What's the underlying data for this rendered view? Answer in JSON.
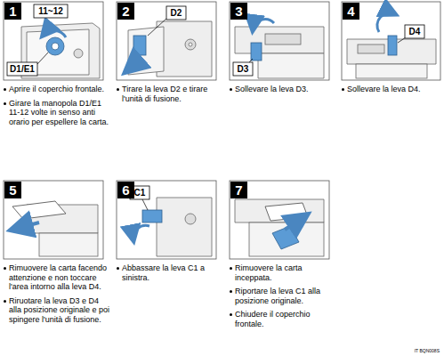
{
  "diagram": {
    "labels": [
      "1",
      "11~12",
      "D1/E1",
      "2",
      "D2",
      "3",
      "D3",
      "4",
      "D4",
      "Aprire il coperchio frontale.",
      "Girare la manopola D1/E1 11-12 volte in senso anti orario per espellere la carta.",
      "Tirare la leva D2 e tirare l'unità di fusione.",
      "Sollevare la leva D3.",
      "Sollevare la leva D4.",
      "5",
      "6",
      "C1",
      "7",
      "Rimuovere la carta facendo attenzione e non toccare l'area intorno alla leva D4.",
      "Riruotare la leva D3 e D4 alla posizione originale e poi spingere l'unità di fusione.",
      "Abbassare la leva C1 a sinistra.",
      "Rimuovere la carta inceppata.",
      "Riportare la leva C1 alla posizione originale.",
      "Chiudere il coperchio frontale.",
      "IT BQN008S"
    ]
  }
}
